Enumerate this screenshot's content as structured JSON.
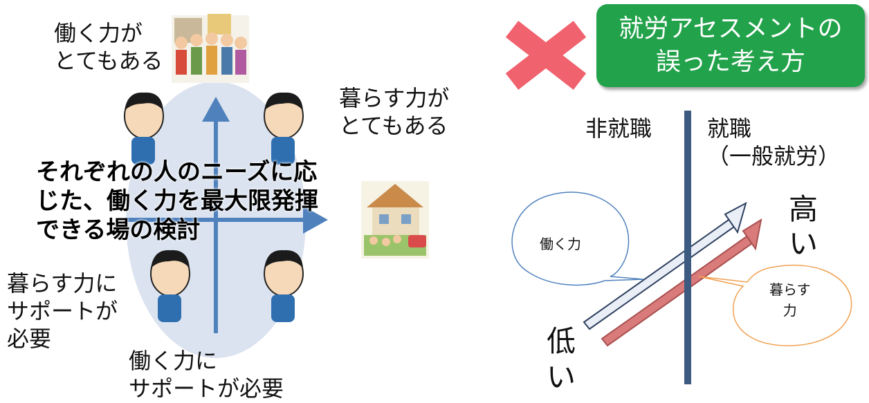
{
  "left": {
    "top_label": "働く力が\nとてもある",
    "right_label": "暮らす力が\nとてもある",
    "bottom_left_label": "暮らす力に\nサポートが\n必要",
    "bottom_label": "働く力に\nサポートが必要",
    "center_text": "それぞれの人のニーズに応\nじた、働く力を最大限発揮\nできる場の検討"
  },
  "right": {
    "title_line1": "就労アセスメントの",
    "title_line2": "誤った考え方",
    "label_non_employment": "非就職",
    "label_employment": "就職\n（一般就労）",
    "high": "高\nい",
    "low": "低\nい",
    "callout_work": "働く力",
    "callout_life": "暮らす\n力"
  },
  "colors": {
    "axis_blue": "#4f81bd",
    "ellipse": "#dbe3f0",
    "title_green": "#22a24a",
    "cross_red": "#f0626e",
    "vertical_bar": "#3d5a80",
    "arrow_white_fill": "#e9eef7",
    "arrow_red_fill": "#d97b7b",
    "callout_blue": "#4f81bd",
    "callout_orange": "#f0a050"
  }
}
